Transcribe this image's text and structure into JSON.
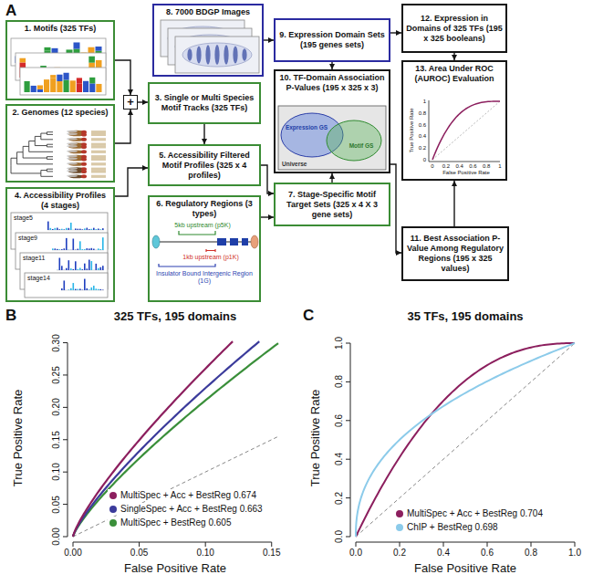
{
  "diagram": {
    "nodes": [
      {
        "text": [
          "1. Motifs (325 TFs)"
        ]
      },
      {
        "text": [
          "2. Genomes (12 species)"
        ]
      },
      {
        "text": [
          "+"
        ]
      },
      {
        "text": [
          "3. Single or Multi Species Motif Tracks (325 TFs)"
        ]
      },
      {
        "text": [
          "4. Accessibility Profiles (4 stages)"
        ]
      },
      {
        "text": [
          "5. Accessibility Filtered Motif Profiles (325 x 4 profiles)"
        ]
      },
      {
        "text": [
          "6. Regulatory Regions (3 types)"
        ]
      },
      {
        "text": [
          "7. Stage-Specific Motif Target Sets (325 x 4 X 3 gene sets)"
        ]
      },
      {
        "text": [
          "8. 7000 BDGP Images"
        ]
      },
      {
        "text": [
          "9. Expression Domain Sets (195 genes sets)"
        ]
      },
      {
        "text": [
          "10. TF-Domain Association P-Values (195 x 325 x 3)"
        ]
      },
      {
        "text": [
          "11. Best Association P-Value Among Regulatory Regions (195 x 325 values)"
        ]
      },
      {
        "text": [
          "12. Expression in Domains of 325 TFs (195 x 325 booleans)"
        ]
      },
      {
        "text": [
          "13. Area Under ROC (AUROC) Evaluation"
        ]
      }
    ],
    "edges": [
      {
        "from": 0,
        "to": 2,
        "arrow": "to"
      },
      {
        "from": 1,
        "to": 2,
        "arrow": "to"
      },
      {
        "from": 2,
        "to": 3,
        "arrow": "to"
      },
      {
        "from": 3,
        "to": 5,
        "arrow": "to"
      },
      {
        "from": 4,
        "to": 5,
        "arrow": "to"
      },
      {
        "from": 5,
        "to": 7,
        "arrow": "to"
      },
      {
        "from": 6,
        "to": 7,
        "arrow": "to"
      },
      {
        "from": 8,
        "to": 9,
        "arrow": "to"
      },
      {
        "from": 9,
        "to": 10,
        "arrow": "to"
      },
      {
        "from": 9,
        "to": 12,
        "arrow": "to"
      },
      {
        "from": 7,
        "to": 10,
        "arrow": "to"
      },
      {
        "from": 10,
        "to": 11,
        "arrow": "to"
      },
      {
        "from": 12,
        "to": 13,
        "arrow": "to"
      },
      {
        "from": 11,
        "to": 13,
        "arrow": "to"
      }
    ],
    "labels": [
      "A",
      "stage5",
      "stage9",
      "stage11",
      "stage14",
      "5kb upstream (p5K)",
      "1kb upstream (p1K)",
      "Insulator Bound Intergenic Region (1G)",
      "Expression GS",
      "Motif GS",
      "Universe",
      "True Positive Rate",
      "False Positive Rate",
      "0",
      "0.2",
      "0.4",
      "0.6",
      "0.8",
      "1",
      "0",
      "0.2",
      "0.4",
      "0.6",
      "0.8",
      "1",
      "B",
      "325 TFs, 195 domains",
      "True Positive Rate",
      "False Positive Rate",
      "0.00",
      "0.05",
      "0.10",
      "0.15",
      "0.00",
      "0.05",
      "0.10",
      "0.15",
      "0.20",
      "0.25",
      "0.30",
      "C",
      "35 TFs, 195 domains",
      "True Positive Rate",
      "False Positive Rate",
      "0.0",
      "0.2",
      "0.4",
      "0.6",
      "0.8",
      "1.0",
      "0.0",
      "0.2",
      "0.4",
      "0.6",
      "0.8",
      "1.0"
    ],
    "legend": [
      {
        "text": "MultiSpec + Acc + BestReg 0.674",
        "color": "#8c1f5e"
      },
      {
        "text": "SingleSpec + Acc + BestReg 0.663",
        "color": "#3b3b9b"
      },
      {
        "text": "MultiSpec + BestReg 0.605",
        "color": "#3a8f3a"
      },
      {
        "text": "MultiSpec + Acc + BestReg 0.704",
        "color": "#8c1f5e"
      },
      {
        "text": "ChIP + BestReg 0.698",
        "color": "#8ccbea"
      }
    ]
  }
}
